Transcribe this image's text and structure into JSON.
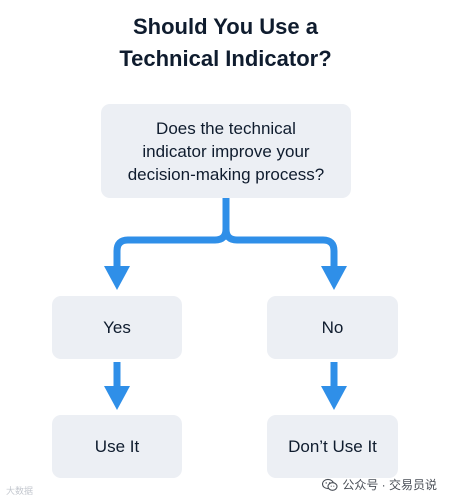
{
  "title": {
    "line1": "Should You Use a",
    "line2": "Technical Indicator?"
  },
  "question": {
    "lines": [
      "Does the technical",
      "indicator improve your",
      "decision-making process?"
    ]
  },
  "branches": {
    "yes": "Yes",
    "no": "No"
  },
  "outcomes": {
    "yes": "Use It",
    "no": "Don’t Use It"
  },
  "watermark": {
    "left_text": "大数据",
    "right_text": "公众号 · 交易员说",
    "icon": "wechat-icon"
  },
  "colors": {
    "arrow": "#2f8fe8",
    "box_fill": "#eceff4",
    "text": "#0f1c2e"
  }
}
